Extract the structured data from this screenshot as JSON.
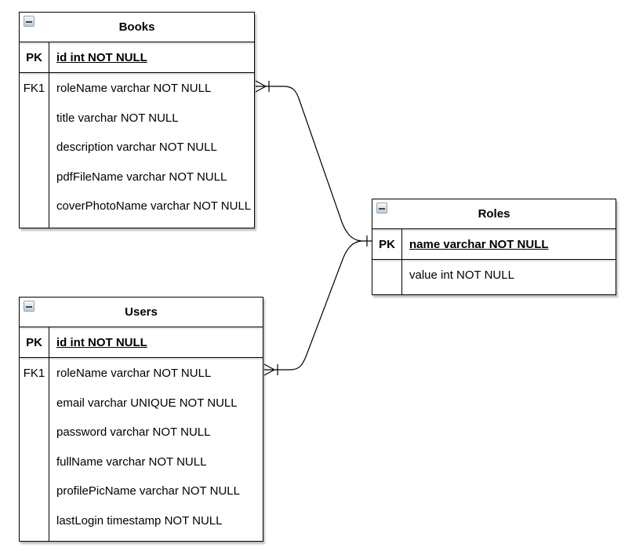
{
  "canvas": {
    "background": "#ffffff",
    "border_color": "#000000",
    "text_color": "#000000"
  },
  "icons": {
    "collapse": "minus-collapse-icon"
  },
  "tables": {
    "books": {
      "title": "Books",
      "pk": {
        "key": "PK",
        "text": "id int NOT NULL"
      },
      "rows": [
        {
          "key": "FK1",
          "text": "roleName varchar NOT NULL"
        },
        {
          "key": "",
          "text": "title varchar NOT NULL"
        },
        {
          "key": "",
          "text": "description varchar NOT NULL"
        },
        {
          "key": "",
          "text": "pdfFileName varchar NOT NULL"
        },
        {
          "key": "",
          "text": "coverPhotoName varchar NOT NULL"
        }
      ]
    },
    "roles": {
      "title": "Roles",
      "pk": {
        "key": "PK",
        "text": "name varchar NOT NULL"
      },
      "rows": [
        {
          "key": "",
          "text": "value int NOT NULL"
        }
      ]
    },
    "users": {
      "title": "Users",
      "pk": {
        "key": "PK",
        "text": "id int NOT NULL"
      },
      "rows": [
        {
          "key": "FK1",
          "text": "roleName varchar NOT NULL"
        },
        {
          "key": "",
          "text": "email varchar UNIQUE NOT NULL"
        },
        {
          "key": "",
          "text": "password varchar NOT NULL"
        },
        {
          "key": "",
          "text": "fullName varchar NOT NULL"
        },
        {
          "key": "",
          "text": "profilePicName varchar NOT NULL"
        },
        {
          "key": "",
          "text": "lastLogin timestamp NOT NULL"
        }
      ]
    }
  },
  "relationships": [
    {
      "from_table": "Books",
      "from_field": "roleName",
      "to_table": "Roles",
      "to_field": "name",
      "from_cardinality": "many (crow's foot with tick)",
      "to_cardinality": "one (single tick)"
    },
    {
      "from_table": "Users",
      "from_field": "roleName",
      "to_table": "Roles",
      "to_field": "name",
      "from_cardinality": "many (crow's foot with tick)",
      "to_cardinality": "one (single tick)"
    }
  ]
}
